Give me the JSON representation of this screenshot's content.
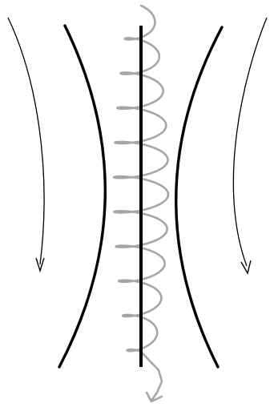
{
  "diagram": {
    "colors": {
      "background": "#ffffff",
      "boundary": "#000000",
      "axis": "#000000",
      "flow_arrows": "#000000",
      "helix": "#a6a6a6"
    },
    "elements": [
      "left-flow-arrow",
      "right-flow-arrow",
      "left-boundary-curve",
      "right-boundary-curve",
      "central-axis-line",
      "helical-path",
      "helix-exit-arrowhead"
    ]
  }
}
